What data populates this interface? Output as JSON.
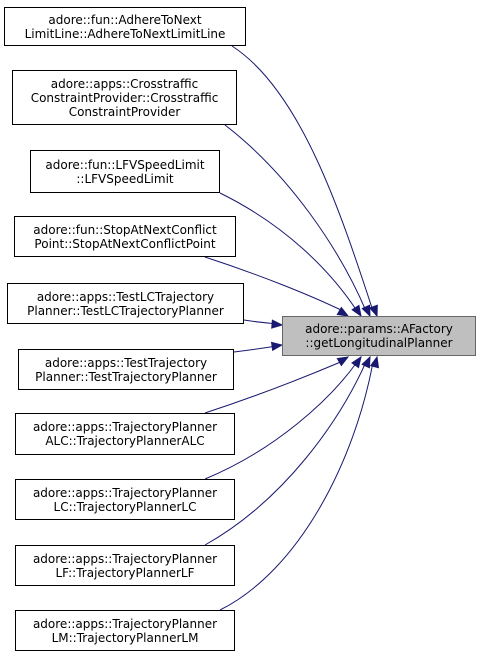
{
  "target": {
    "lines": [
      "adore::params::AFactory",
      "::getLongitudinalPlanner"
    ]
  },
  "callers": [
    {
      "lines": [
        "adore::fun::AdhereToNext",
        "LimitLine::AdhereToNextLimitLine"
      ]
    },
    {
      "lines": [
        "adore::apps::Crosstraffic",
        "ConstraintProvider::Crosstraffic",
        "ConstraintProvider"
      ]
    },
    {
      "lines": [
        "adore::fun::LFVSpeedLimit",
        "::LFVSpeedLimit"
      ]
    },
    {
      "lines": [
        "adore::fun::StopAtNextConflict",
        "Point::StopAtNextConflictPoint"
      ]
    },
    {
      "lines": [
        "adore::apps::TestLCTrajectory",
        "Planner::TestLCTrajectoryPlanner"
      ]
    },
    {
      "lines": [
        "adore::apps::TestTrajectory",
        "Planner::TestTrajectoryPlanner"
      ]
    },
    {
      "lines": [
        "adore::apps::TrajectoryPlanner",
        "ALC::TrajectoryPlannerALC"
      ]
    },
    {
      "lines": [
        "adore::apps::TrajectoryPlanner",
        "LC::TrajectoryPlannerLC"
      ]
    },
    {
      "lines": [
        "adore::apps::TrajectoryPlanner",
        "LF::TrajectoryPlannerLF"
      ]
    },
    {
      "lines": [
        "adore::apps::TrajectoryPlanner",
        "LM::TrajectoryPlannerLM"
      ]
    }
  ],
  "colors": {
    "edge": "#191970",
    "target_fill": "#bfbfbf"
  }
}
